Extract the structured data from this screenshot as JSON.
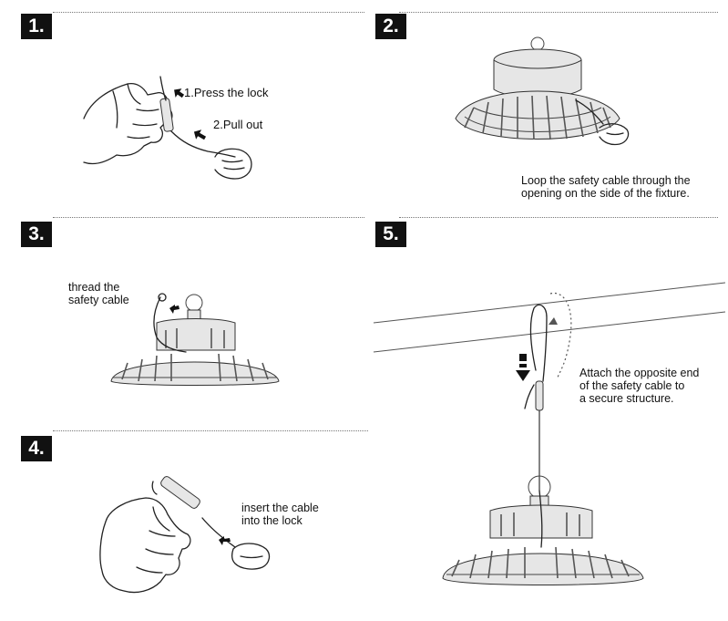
{
  "steps": [
    {
      "number": "1.",
      "labels": [
        "1.Press the lock",
        "2.Pull out"
      ]
    },
    {
      "number": "2.",
      "caption_lines": [
        "Loop the safety cable  through the",
        "opening  on the side of the fixture."
      ]
    },
    {
      "number": "3.",
      "caption_lines": [
        "thread the",
        "safety cable"
      ]
    },
    {
      "number": "4.",
      "caption_lines": [
        "insert the cable",
        "into the lock"
      ]
    },
    {
      "number": "5.",
      "caption_lines": [
        "Attach the opposite end",
        "of the safety cable to",
        "a secure structure."
      ]
    }
  ],
  "icons": {
    "step1": [
      "hand-holding-lock-icon",
      "hand-pulling-cable-icon",
      "press-arrow-icon",
      "pull-arrow-icon"
    ],
    "step2": [
      "fixture-icon",
      "hand-looping-cable-icon"
    ],
    "step3": [
      "fixture-icon",
      "cable-thread-arrow-icon"
    ],
    "step4": [
      "hand-holding-lock-icon",
      "hand-inserting-cable-icon",
      "insert-arrow-icon"
    ],
    "step5": [
      "beam-icon",
      "fixture-icon",
      "down-arrow-icon"
    ]
  }
}
